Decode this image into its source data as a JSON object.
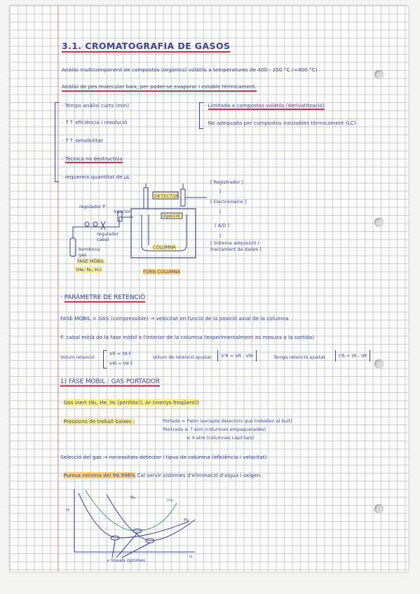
{
  "page": {
    "title": "3.1. CROMATOGRAFIA DE GASOS",
    "intro": "Anàlisi multicomponent de compostos (orgànics) volàtils a temperatures de 400 - 350 °C (<400 °C)",
    "intro2": "Anàlisi de pes molecular baix, per poder-se evaporar i estable tèrmicament.",
    "advantages": [
      "Temps anàlisi curts (min)",
      "↑↑ eficiència i resolució",
      "↑↑ sensibilitat",
      "Tècnica no destructiva",
      "requereix quantitat de μL"
    ],
    "limitations": [
      "Limitada a compostos volàtils (derivatització)",
      "No adequada per compostos inestables tèrmicament (LC)"
    ],
    "diagram": {
      "labels": {
        "regulador": "regulador P",
        "injector": "injector",
        "detector": "DETECTOR",
        "injecció": "injecció",
        "reguladors": "regulador cabal",
        "bombona": "bombona gas",
        "columna": "COLUMNA",
        "forn": "FORN COLUMNA",
        "fase_mobil": "FASE MÒBIL",
        "gasos": "(He, N₂, H₂)"
      },
      "chain": [
        "Registrador",
        "Electròmetre",
        "A/D",
        "Sistema adquisició i tractament de dades"
      ]
    },
    "section_retention": {
      "heading": "PARÀMETRE DE RETENCIÓ",
      "line1": "FASE MÒBIL = GAS (compressible) → velocitat en funció de la posició axial de la columna",
      "line2": "F: cabal mitjà de la fase mòbil a l'interior de la columna (experimentalment es mesura a la sortida)",
      "vr_label": "Volum retenció",
      "vr_eq1": "VR = tR·F",
      "vr_eq2": "VM = tM·F",
      "adj_vol_label": "Volum de retenció ajustat",
      "adj_vol_eq": "V'R = VR - VM",
      "adj_time_label": "Temps retenció ajustat",
      "adj_time_eq": "t'R = tR - tM"
    },
    "section_mobile": {
      "heading": "1) FASE MÒBIL : GAS PORTADOR",
      "gas": "Gas inert (N₂, He, H₂ (perillós!), Ar (menys freqüent))",
      "pressure_label": "Pressions de treball baixes :",
      "pressure_lines": [
        "Portada ≈ Patm (excepte detectors que treballen al buit)",
        "Pentrada ≤ 7 atm (columnes empaquetades)",
        "≤ 4 atm (columnes capil·lars)"
      ],
      "selection": "Selecció del gas → necessitats detector i tipus de columna (eficiència i velocitat)",
      "purity_label": "Puresa mínima del 99,998%",
      "purity_rest": "Cal servir sistemes d'eliminació d'aigua i oxigen."
    },
    "chart_labels": {
      "y": "H",
      "x": "u",
      "series": [
        "N₂",
        "He",
        "H₂"
      ],
      "minima": "v lineals òptimes"
    }
  },
  "colors": {
    "ink": "#3d4390",
    "highlight": "#fae85a",
    "highlight_orange": "#fcc35a",
    "underline_red": "#d62d4d",
    "curve_green": "#4a9e6a"
  }
}
